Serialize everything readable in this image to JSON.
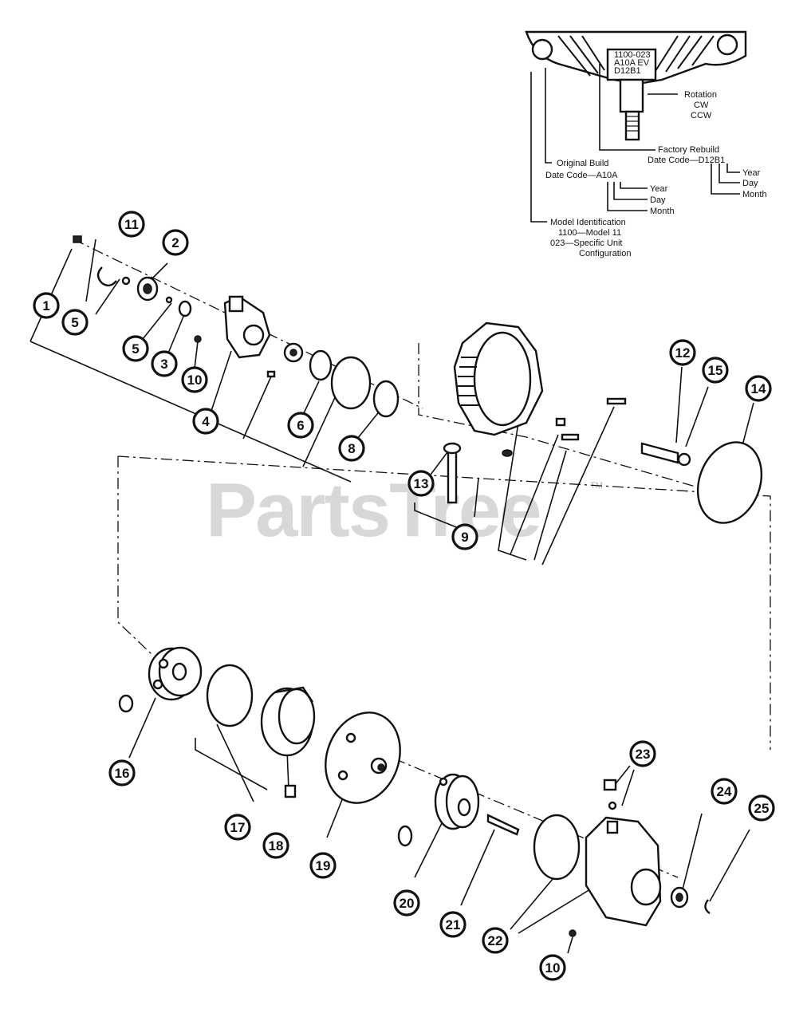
{
  "watermark": {
    "text": "PartsTree",
    "tm": "TM"
  },
  "legend": {
    "rotation": "Rotation",
    "cw": "CW",
    "ccw": "CCW",
    "factory_rebuild": "Factory Rebuild",
    "factory_code": "Date Code—D12B1",
    "original_build": "Original Build",
    "original_code": "Date Code—A10A",
    "year": "Year",
    "day": "Day",
    "month": "Month",
    "model_id": "Model Identification",
    "model_line1": "1100—Model 11",
    "model_line2": "023—Specific Unit",
    "model_line3": "Configuration",
    "plate1": "1100-023",
    "plate2": "A10A EV",
    "plate3": "D12B1"
  },
  "callouts": {
    "c1": "1",
    "c2": "2",
    "c3": "3",
    "c4": "4",
    "c5a": "5",
    "c5b": "5",
    "c6": "6",
    "c8": "8",
    "c9": "9",
    "c10a": "10",
    "c10b": "10",
    "c11": "11",
    "c12": "12",
    "c13": "13",
    "c14": "14",
    "c15": "15",
    "c16": "16",
    "c17": "17",
    "c18": "18",
    "c19": "19",
    "c20": "20",
    "c21": "21",
    "c22": "22",
    "c23": "23",
    "c24": "24",
    "c25": "25"
  }
}
